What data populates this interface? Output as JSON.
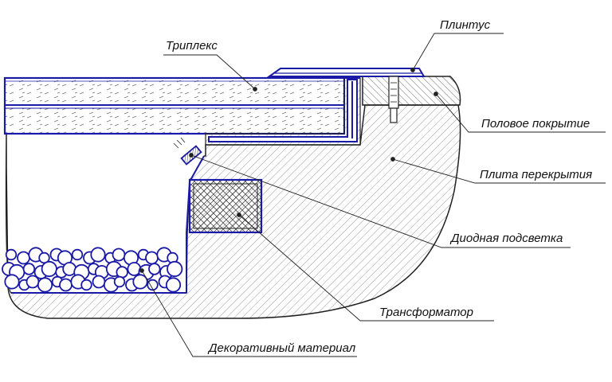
{
  "labels": {
    "triplex": "Триплекс",
    "baseboard": "Плинтус",
    "floor_covering": "Половое покрытие",
    "floor_slab": "Плита перекрытия",
    "led_lighting": "Диодная подсветка",
    "transformer": "Трансформатор",
    "decorative_material": "Декоративный материал"
  },
  "colors": {
    "outline": "#1a1aa6",
    "hatch": "#555555",
    "text": "#111111",
    "background": "#ffffff"
  }
}
